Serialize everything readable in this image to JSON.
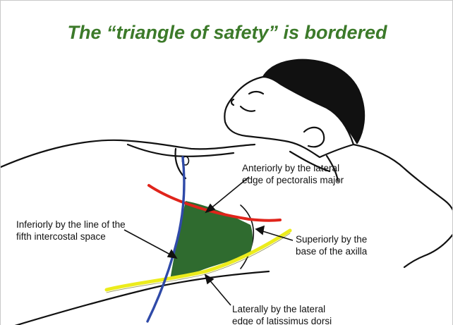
{
  "slide": {
    "title": "The “triangle of safety” is bordered"
  },
  "labels": {
    "anterior": {
      "line1": "Anteriorly by the lateral",
      "line2": "edge of pectoralis major"
    },
    "inferior": {
      "line1": "Inferiorly by the line of the",
      "line2": "fifth intercostal space"
    },
    "superior": {
      "line1": "Superiorly by the",
      "line2": "base of the axilla"
    },
    "lateral": {
      "line1": "Laterally by the lateral",
      "line2": "edge of latissimus dorsi"
    }
  },
  "colors": {
    "title": "#3c7a2a",
    "triangle_fill": "#2f6b2f",
    "pectoralis_line": "#e0241b",
    "latissimus_line": "#ecec1c",
    "intercostal_line": "#2f4aa8",
    "outline": "#111111"
  }
}
